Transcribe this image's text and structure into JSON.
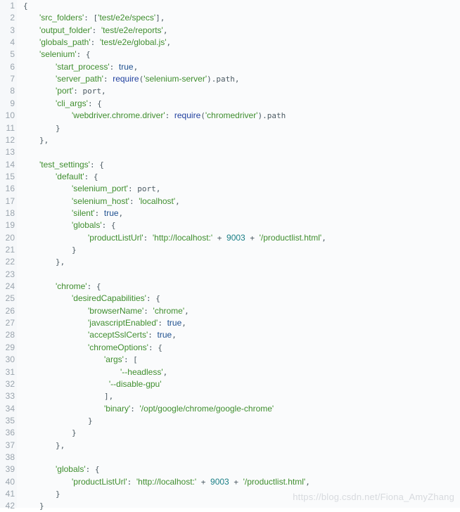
{
  "watermark": "https://blog.csdn.net/Fiona_AmyZhang",
  "colors": {
    "background": "#f6f8fa",
    "string": "#3f8e2e",
    "keyword": "#1d4f8f",
    "number": "#1a7f86",
    "function": "#1f3f9e",
    "punctuation": "#4b5a63",
    "line_number": "#9aa4ad"
  },
  "code_lines": [
    {
      "n": "1",
      "indent": 0,
      "tokens": [
        {
          "t": "{",
          "c": "punc"
        }
      ]
    },
    {
      "n": "2",
      "indent": 1,
      "tokens": [
        {
          "t": "'src_folders'",
          "c": "key"
        },
        {
          "t": ": [",
          "c": "punc"
        },
        {
          "t": "'test/e2e/specs'",
          "c": "str"
        },
        {
          "t": "],",
          "c": "punc"
        }
      ]
    },
    {
      "n": "3",
      "indent": 1,
      "tokens": [
        {
          "t": "'output_folder'",
          "c": "key"
        },
        {
          "t": ": ",
          "c": "punc"
        },
        {
          "t": "'test/e2e/reports'",
          "c": "str"
        },
        {
          "t": ",",
          "c": "punc"
        }
      ]
    },
    {
      "n": "4",
      "indent": 1,
      "tokens": [
        {
          "t": "'globals_path'",
          "c": "key"
        },
        {
          "t": ": ",
          "c": "punc"
        },
        {
          "t": "'test/e2e/global.js'",
          "c": "str"
        },
        {
          "t": ",",
          "c": "punc"
        }
      ]
    },
    {
      "n": "5",
      "indent": 1,
      "tokens": [
        {
          "t": "'selenium'",
          "c": "key"
        },
        {
          "t": ": {",
          "c": "punc"
        }
      ]
    },
    {
      "n": "6",
      "indent": 2,
      "tokens": [
        {
          "t": "'start_process'",
          "c": "key"
        },
        {
          "t": ": ",
          "c": "punc"
        },
        {
          "t": "true",
          "c": "bool"
        },
        {
          "t": ",",
          "c": "punc"
        }
      ]
    },
    {
      "n": "7",
      "indent": 2,
      "tokens": [
        {
          "t": "'server_path'",
          "c": "key"
        },
        {
          "t": ": ",
          "c": "punc"
        },
        {
          "t": "require",
          "c": "fn"
        },
        {
          "t": "(",
          "c": "punc"
        },
        {
          "t": "'selenium-server'",
          "c": "str"
        },
        {
          "t": ").path,",
          "c": "punc"
        }
      ]
    },
    {
      "n": "8",
      "indent": 2,
      "tokens": [
        {
          "t": "'port'",
          "c": "key"
        },
        {
          "t": ": port,",
          "c": "punc"
        }
      ]
    },
    {
      "n": "9",
      "indent": 2,
      "tokens": [
        {
          "t": "'cli_args'",
          "c": "key"
        },
        {
          "t": ": {",
          "c": "punc"
        }
      ]
    },
    {
      "n": "10",
      "indent": 3,
      "tokens": [
        {
          "t": "'webdriver.chrome.driver'",
          "c": "key"
        },
        {
          "t": ": ",
          "c": "punc"
        },
        {
          "t": "require",
          "c": "fn"
        },
        {
          "t": "(",
          "c": "punc"
        },
        {
          "t": "'chromedriver'",
          "c": "str"
        },
        {
          "t": ").path",
          "c": "punc"
        }
      ]
    },
    {
      "n": "11",
      "indent": 2,
      "tokens": [
        {
          "t": "}",
          "c": "punc"
        }
      ]
    },
    {
      "n": "12",
      "indent": 1,
      "tokens": [
        {
          "t": "},",
          "c": "punc"
        }
      ]
    },
    {
      "n": "13",
      "indent": 0,
      "tokens": []
    },
    {
      "n": "14",
      "indent": 1,
      "tokens": [
        {
          "t": "'test_settings'",
          "c": "key"
        },
        {
          "t": ": {",
          "c": "punc"
        }
      ]
    },
    {
      "n": "15",
      "indent": 2,
      "tokens": [
        {
          "t": "'default'",
          "c": "key"
        },
        {
          "t": ": {",
          "c": "punc"
        }
      ]
    },
    {
      "n": "16",
      "indent": 3,
      "tokens": [
        {
          "t": "'selenium_port'",
          "c": "key"
        },
        {
          "t": ": port,",
          "c": "punc"
        }
      ]
    },
    {
      "n": "17",
      "indent": 3,
      "tokens": [
        {
          "t": "'selenium_host'",
          "c": "key"
        },
        {
          "t": ": ",
          "c": "punc"
        },
        {
          "t": "'localhost'",
          "c": "str"
        },
        {
          "t": ",",
          "c": "punc"
        }
      ]
    },
    {
      "n": "18",
      "indent": 3,
      "tokens": [
        {
          "t": "'silent'",
          "c": "key"
        },
        {
          "t": ": ",
          "c": "punc"
        },
        {
          "t": "true",
          "c": "bool"
        },
        {
          "t": ",",
          "c": "punc"
        }
      ]
    },
    {
      "n": "19",
      "indent": 3,
      "tokens": [
        {
          "t": "'globals'",
          "c": "key"
        },
        {
          "t": ": {",
          "c": "punc"
        }
      ]
    },
    {
      "n": "20",
      "indent": 4,
      "tokens": [
        {
          "t": "'productListUrl'",
          "c": "key"
        },
        {
          "t": ": ",
          "c": "punc"
        },
        {
          "t": "'http://localhost:'",
          "c": "str"
        },
        {
          "t": " + ",
          "c": "punc"
        },
        {
          "t": "9003",
          "c": "num"
        },
        {
          "t": " + ",
          "c": "punc"
        },
        {
          "t": "'/productlist.html'",
          "c": "str"
        },
        {
          "t": ",",
          "c": "punc"
        }
      ]
    },
    {
      "n": "21",
      "indent": 3,
      "tokens": [
        {
          "t": "}",
          "c": "punc"
        }
      ]
    },
    {
      "n": "22",
      "indent": 2,
      "tokens": [
        {
          "t": "},",
          "c": "punc"
        }
      ]
    },
    {
      "n": "23",
      "indent": 0,
      "tokens": []
    },
    {
      "n": "24",
      "indent": 2,
      "tokens": [
        {
          "t": "'chrome'",
          "c": "key"
        },
        {
          "t": ": {",
          "c": "punc"
        }
      ]
    },
    {
      "n": "25",
      "indent": 3,
      "tokens": [
        {
          "t": "'desiredCapabilities'",
          "c": "key"
        },
        {
          "t": ": {",
          "c": "punc"
        }
      ]
    },
    {
      "n": "26",
      "indent": 4,
      "tokens": [
        {
          "t": "'browserName'",
          "c": "key"
        },
        {
          "t": ": ",
          "c": "punc"
        },
        {
          "t": "'chrome'",
          "c": "str"
        },
        {
          "t": ",",
          "c": "punc"
        }
      ]
    },
    {
      "n": "27",
      "indent": 4,
      "tokens": [
        {
          "t": "'javascriptEnabled'",
          "c": "key"
        },
        {
          "t": ": ",
          "c": "punc"
        },
        {
          "t": "true",
          "c": "bool"
        },
        {
          "t": ",",
          "c": "punc"
        }
      ]
    },
    {
      "n": "28",
      "indent": 4,
      "tokens": [
        {
          "t": "'acceptSslCerts'",
          "c": "key"
        },
        {
          "t": ": ",
          "c": "punc"
        },
        {
          "t": "true",
          "c": "bool"
        },
        {
          "t": ",",
          "c": "punc"
        }
      ]
    },
    {
      "n": "29",
      "indent": 4,
      "tokens": [
        {
          "t": "'chromeOptions'",
          "c": "key"
        },
        {
          "t": ": {",
          "c": "punc"
        }
      ]
    },
    {
      "n": "30",
      "indent": 5,
      "tokens": [
        {
          "t": "'args'",
          "c": "key"
        },
        {
          "t": ": [",
          "c": "punc"
        }
      ]
    },
    {
      "n": "31",
      "indent": 6,
      "tokens": [
        {
          "t": "'--headless'",
          "c": "str"
        },
        {
          "t": ",",
          "c": "punc"
        }
      ]
    },
    {
      "n": "32",
      "indent": 5.3,
      "tokens": [
        {
          "t": "'--disable-gpu'",
          "c": "str"
        }
      ]
    },
    {
      "n": "33",
      "indent": 5,
      "tokens": [
        {
          "t": "],",
          "c": "punc"
        }
      ]
    },
    {
      "n": "34",
      "indent": 5,
      "tokens": [
        {
          "t": "'binary'",
          "c": "key"
        },
        {
          "t": ": ",
          "c": "punc"
        },
        {
          "t": "'/opt/google/chrome/google-chrome'",
          "c": "str"
        }
      ]
    },
    {
      "n": "35",
      "indent": 4,
      "tokens": [
        {
          "t": "}",
          "c": "punc"
        }
      ]
    },
    {
      "n": "36",
      "indent": 3,
      "tokens": [
        {
          "t": "}",
          "c": "punc"
        }
      ]
    },
    {
      "n": "37",
      "indent": 2,
      "tokens": [
        {
          "t": "},",
          "c": "punc"
        }
      ]
    },
    {
      "n": "38",
      "indent": 0,
      "tokens": []
    },
    {
      "n": "39",
      "indent": 2,
      "tokens": [
        {
          "t": "'globals'",
          "c": "key"
        },
        {
          "t": ": {",
          "c": "punc"
        }
      ]
    },
    {
      "n": "40",
      "indent": 3,
      "tokens": [
        {
          "t": "'productListUrl'",
          "c": "key"
        },
        {
          "t": ": ",
          "c": "punc"
        },
        {
          "t": "'http://localhost:'",
          "c": "str"
        },
        {
          "t": " + ",
          "c": "punc"
        },
        {
          "t": "9003",
          "c": "num"
        },
        {
          "t": " + ",
          "c": "punc"
        },
        {
          "t": "'/productlist.html'",
          "c": "str"
        },
        {
          "t": ",",
          "c": "punc"
        }
      ]
    },
    {
      "n": "41",
      "indent": 2,
      "tokens": [
        {
          "t": "}",
          "c": "punc"
        }
      ]
    },
    {
      "n": "42",
      "indent": 1,
      "tokens": [
        {
          "t": "}",
          "c": "punc"
        }
      ]
    }
  ]
}
